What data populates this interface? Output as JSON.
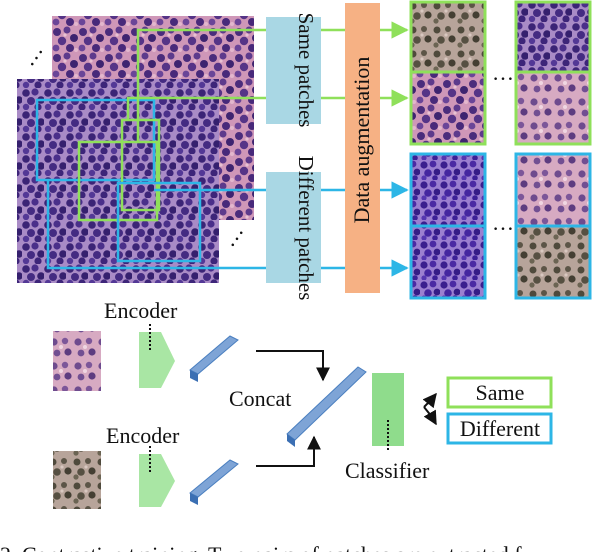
{
  "labels": {
    "same_patches": "Same patches",
    "different_patches": "Different patches",
    "data_augmentation": "Data augmentation",
    "encoder_top": "Encoder",
    "encoder_bottom": "Encoder",
    "concat": "Concat",
    "classifier": "Classifier",
    "out_same": "Same",
    "out_different": "Different",
    "ellipsis": "…",
    "caption_fragment": "2. Contrastive training. Two pairs of patches are extracted f"
  },
  "colors": {
    "green": "#8fe05a",
    "cyan": "#2db6e6",
    "light_blue_box": "#a9d7e4",
    "orange_box": "#f6b184",
    "encoder_green": "#a9e6a4",
    "classifier_green": "#8fdc8c",
    "vector_blue": "#4a7fc0",
    "tissue_purple": "#6b4b9a",
    "tissue_pink": "#c98fb0"
  }
}
